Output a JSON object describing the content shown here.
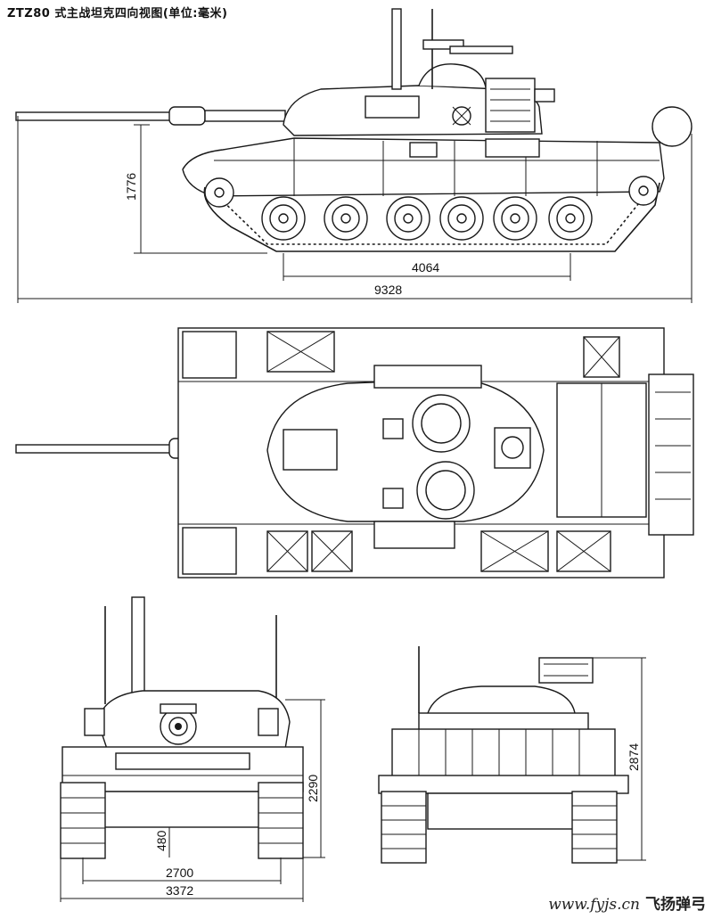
{
  "title": "ZTZ80 式主战坦克四向视图(单位:毫米)",
  "dimensions": {
    "side_height": "1776",
    "side_track_contact": "4064",
    "side_overall_length": "9328",
    "front_height": "2290",
    "front_clearance": "480",
    "front_track_width": "2700",
    "front_overall_width": "3372",
    "rear_height": "2874"
  },
  "watermark": {
    "url": "www.fyjs.cn",
    "brand": "飞扬弹弓"
  }
}
